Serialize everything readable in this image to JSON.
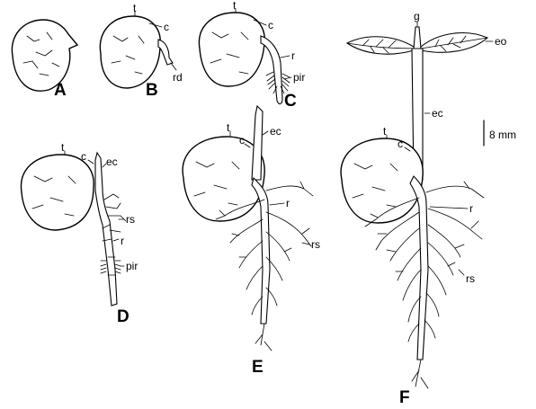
{
  "panels": {
    "A": {
      "letter": "A"
    },
    "B": {
      "letter": "B",
      "labels": {
        "t": "t",
        "c": "c",
        "rd": "rd"
      }
    },
    "C": {
      "letter": "C",
      "labels": {
        "t": "t",
        "c": "c",
        "r": "r",
        "pir": "pir"
      }
    },
    "D": {
      "letter": "D",
      "labels": {
        "t": "t",
        "c": "c",
        "ec": "ec",
        "rs": "rs",
        "r": "r",
        "pir": "pir"
      }
    },
    "E": {
      "letter": "E",
      "labels": {
        "t": "t",
        "c": "c",
        "ec": "ec",
        "r": "r",
        "rs": "rs"
      }
    },
    "F": {
      "letter": "F",
      "labels": {
        "g": "g",
        "eo": "eo",
        "ec": "ec",
        "t": "t",
        "c": "c",
        "r": "r",
        "rs": "rs"
      }
    }
  },
  "scale_bar": {
    "label": "8 mm"
  }
}
